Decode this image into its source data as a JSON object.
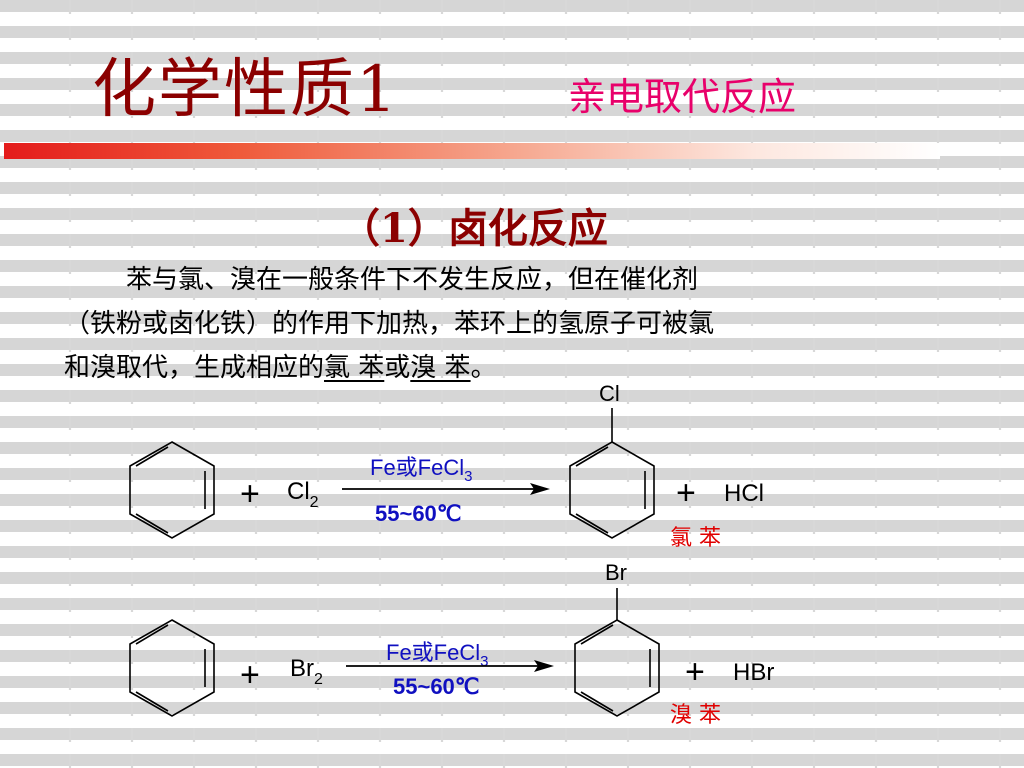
{
  "slide": {
    "title": "化学性质1",
    "subtitle": "亲电取代反应",
    "section_heading": "（1）卤化反应",
    "paragraph": {
      "line1": "苯与氯、溴在一般条件下不发生反应，但在催化剂",
      "line2": "（铁粉或卤化铁）的作用下加热，苯环上的氢原子可被氯",
      "line3_prefix": "和溴取代，生成相应的",
      "term1": "氯 苯",
      "connector": "或",
      "term2": "溴 苯",
      "line3_suffix": "。"
    },
    "colors": {
      "title": "#8b0000",
      "subtitle": "#e8006a",
      "condition": "#1010c0",
      "product_name": "#e00000"
    }
  },
  "reactions": [
    {
      "plus1": "+",
      "reagent": "Cl",
      "reagent_sub": "2",
      "catalyst": "Fe或FeCl",
      "catalyst_sub": "3",
      "temperature": "55~60℃",
      "substituent": "Cl",
      "plus2": "+",
      "byproduct": "HCl",
      "product_name": "氯 苯"
    },
    {
      "plus1": "+",
      "reagent": "Br",
      "reagent_sub": "2",
      "catalyst": "Fe或FeCl",
      "catalyst_sub": "3",
      "temperature": "55~60℃",
      "substituent": "Br",
      "plus2": "+",
      "byproduct": "HBr",
      "product_name": "溴 苯"
    }
  ]
}
